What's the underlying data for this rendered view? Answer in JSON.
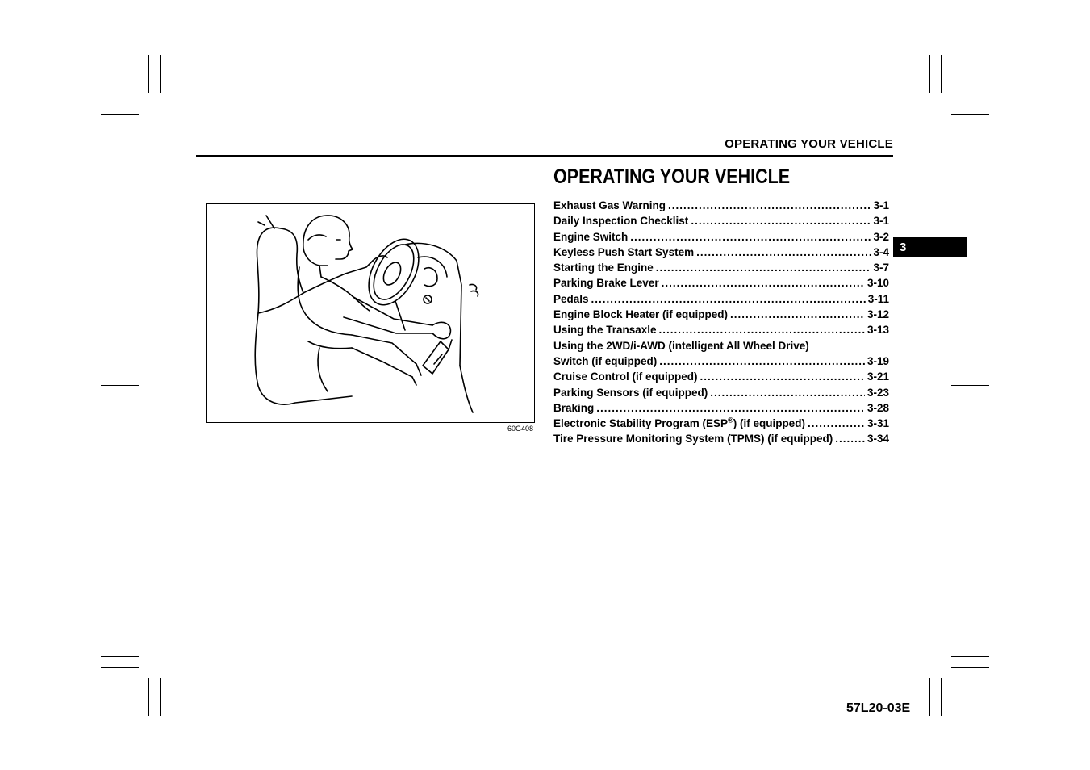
{
  "running_head": "OPERATING YOUR VEHICLE",
  "chapter_title": "OPERATING YOUR VEHICLE",
  "chapter_tab": "3",
  "figure": {
    "code": "60G408",
    "icon": "driver-seated-at-steering-wheel-illustration"
  },
  "toc": [
    {
      "title": "Exhaust Gas Warning",
      "page": "3-1"
    },
    {
      "title": "Daily Inspection Checklist",
      "page": "3-1"
    },
    {
      "title": "Engine Switch",
      "page": "3-2"
    },
    {
      "title": "Keyless Push Start System",
      "page": "3-4"
    },
    {
      "title": "Starting the Engine",
      "page": "3-7"
    },
    {
      "title": "Parking Brake Lever",
      "page": "3-10"
    },
    {
      "title": "Pedals",
      "page": "3-11"
    },
    {
      "title": "Engine Block Heater (if equipped)",
      "page": "3-12"
    },
    {
      "title": "Using the Transaxle",
      "page": "3-13"
    },
    {
      "title_line1": "Using the 2WD/i-AWD (intelligent All Wheel Drive)",
      "title": "Switch (if equipped)",
      "page": "3-19"
    },
    {
      "title": "Cruise Control (if equipped)",
      "page": "3-21"
    },
    {
      "title": "Parking Sensors (if equipped)",
      "page": "3-23"
    },
    {
      "title": "Braking",
      "page": "3-28"
    },
    {
      "title_before_sup": "Electronic Stability Program (ESP",
      "sup": "®",
      "title_after_sup": ") (if equipped)",
      "page": "3-31"
    },
    {
      "title": "Tire Pressure Monitoring System (TPMS) (if equipped)",
      "page": "3-34"
    }
  ],
  "doc_code": "57L20-03E"
}
